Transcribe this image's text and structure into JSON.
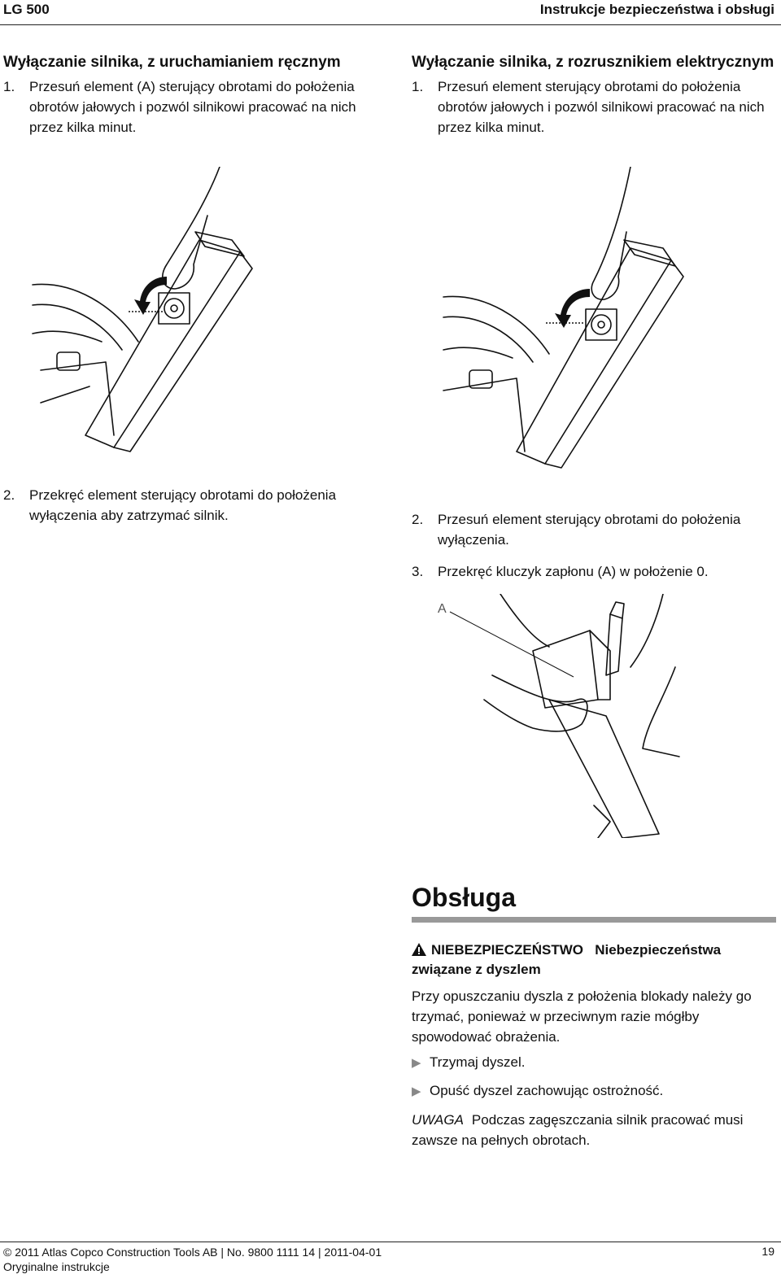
{
  "header": {
    "model": "LG 500",
    "section": "Instrukcje bezpieczeństwa i obsługi"
  },
  "left": {
    "heading": "Wyłączanie silnika, z uruchamianiem ręcznym",
    "steps": [
      {
        "num": "1.",
        "text": "Przesuń element (A) sterujący obrotami do położenia obrotów jałowych i pozwól silnikowi pracować na nich przez kilka minut."
      },
      {
        "num": "2.",
        "text": "Przekręć element sterujący obrotami do położenia wyłączenia aby zatrzymać silnik."
      }
    ]
  },
  "right": {
    "heading": "Wyłączanie silnika, z rozrusznikiem elektrycznym",
    "steps": [
      {
        "num": "1.",
        "text": "Przesuń element sterujący obrotami do położenia obrotów jałowych i pozwól silnikowi pracować na nich przez kilka minut."
      },
      {
        "num": "2.",
        "text": "Przesuń element sterujący obrotami do położenia wyłączenia."
      },
      {
        "num": "3.",
        "text": "Przekręć kluczyk zapłonu (A) w położenie 0."
      }
    ],
    "figure_label": "A"
  },
  "service": {
    "title": "Obsługa",
    "warning_label": "NIEBEZPIECZEŃSTWO",
    "warning_title": "Niebezpieczeństwa związane z dyszlem",
    "warning_text": "Przy opuszczaniu dyszla z położenia blokady należy go trzymać, ponieważ w przeciwnym razie mógłby spowodować obrażenia.",
    "bullets": [
      "Trzymaj dyszel.",
      "Opuść dyszel zachowując ostrożność."
    ],
    "note_label": "UWAGA",
    "note_text": "Podczas zagęszczania silnik pracować musi zawsze na pełnych obrotach."
  },
  "footer": {
    "copyright": "© 2011 Atlas Copco Construction Tools AB | No. 9800 1111 14 | 2011-04-01",
    "original": "Oryginalne instrukcje",
    "page": "19"
  }
}
